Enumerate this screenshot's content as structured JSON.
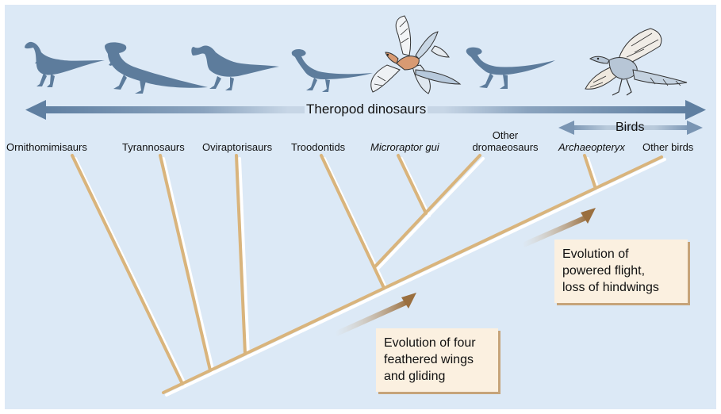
{
  "colors": {
    "background": "#dce9f6",
    "branch": "#d9b47c",
    "branch_shadow": "#ffffff",
    "arrow_blue": "#5f7fa1",
    "silhouette": "#5d7c9c",
    "callout_fill": "#fbf0e0",
    "trend_arrow": "#9a6f3f"
  },
  "banner": {
    "label": "Theropod dinosaurs"
  },
  "birds": {
    "label": "Birds"
  },
  "taxa": [
    {
      "lines": [
        "Ornithomimisaurs"
      ],
      "italic": false
    },
    {
      "lines": [
        "Tyrannosaurs"
      ],
      "italic": false
    },
    {
      "lines": [
        "Oviraptorisaurs"
      ],
      "italic": false
    },
    {
      "lines": [
        "Troodontids"
      ],
      "italic": false
    },
    {
      "lines": [
        "Microraptor gui"
      ],
      "italic": true
    },
    {
      "lines": [
        "Other",
        "dromaeosaurs"
      ],
      "italic": false
    },
    {
      "lines": [
        "Archaeopteryx"
      ],
      "italic": true
    },
    {
      "lines": [
        "Other birds"
      ],
      "italic": false
    }
  ],
  "callouts": [
    {
      "lines": [
        "Evolution of four",
        "feathered wings",
        "and gliding"
      ]
    },
    {
      "lines": [
        "Evolution of",
        "powered flight,",
        "loss of hindwings"
      ]
    }
  ],
  "silhouettes": [
    {
      "icon": "ornithomimisaur-silhouette-icon"
    },
    {
      "icon": "tyrannosaur-silhouette-icon"
    },
    {
      "icon": "oviraptorisaur-silhouette-icon"
    },
    {
      "icon": "troodontid-silhouette-icon"
    },
    {
      "icon": "microraptor-gui-illustration-icon"
    },
    {
      "icon": "dromaeosaur-silhouette-icon"
    },
    {
      "icon": "archaeopteryx-illustration-icon"
    }
  ]
}
